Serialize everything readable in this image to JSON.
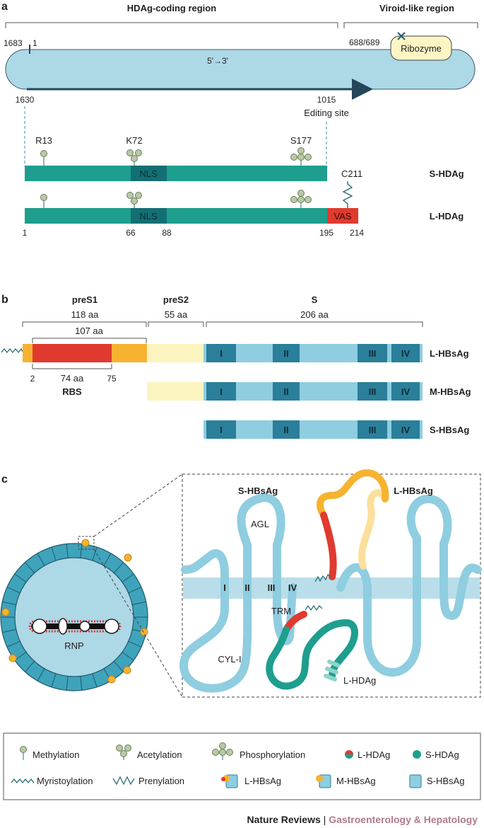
{
  "panel_a": {
    "letter": "a",
    "hdag_region": "HDAg-coding region",
    "viroid_region": "Viroid-like region",
    "pos_1683": "1683",
    "pos_1": "1",
    "pos_688": "688/689",
    "ribozyme": "Ribozyme",
    "direction": "5′→3′",
    "pos_1630": "1630",
    "pos_1015": "1015",
    "editing_site": "Editing site",
    "r13": "R13",
    "k72": "K72",
    "s177": "S177",
    "c211": "C211",
    "nls": "NLS",
    "vas": "VAS",
    "s_hdag": "S-HDAg",
    "l_hdag": "L-HDAg",
    "n1": "1",
    "n66": "66",
    "n88": "88",
    "n195": "195",
    "n214": "214"
  },
  "panel_b": {
    "letter": "b",
    "pres1": "preS1",
    "pres2": "preS2",
    "s": "S",
    "aa118": "118 aa",
    "aa55": "55 aa",
    "aa206": "206 aa",
    "aa107": "107 aa",
    "aa74": "74 aa",
    "n2": "2",
    "n75": "75",
    "rbs": "RBS",
    "dom1": "I",
    "dom2": "II",
    "dom3": "III",
    "dom4": "IV",
    "l_hbsag": "L-HBsAg",
    "m_hbsag": "M-HBsAg",
    "s_hbsag": "S-HBsAg"
  },
  "panel_c": {
    "letter": "c",
    "rnp": "RNP",
    "s_hbsag": "S-HBsAg",
    "l_hbsag": "L-HBsAg",
    "agl": "AGL",
    "cyl": "CYL-I",
    "trm": "TRM",
    "l_hdag": "L-HDAg",
    "tm1": "I",
    "tm2": "II",
    "tm3": "III",
    "tm4": "IV"
  },
  "legend": {
    "methylation": "Methylation",
    "acetylation": "Acetylation",
    "phosphorylation": "Phosphorylation",
    "l_hdag": "L-HDAg",
    "s_hdag": "S-HDAg",
    "myristoylation": "Myristoylation",
    "prenylation": "Prenylation",
    "l_hbsag": "L-HBsAg",
    "m_hbsag": "M-HBsAg",
    "s_hbsag": "S-HBsAg"
  },
  "footer": {
    "brand": "Nature Reviews",
    "separator": " | ",
    "journal": "Gastroenterology & Hepatology"
  },
  "colors": {
    "rna": "#add8e6",
    "teal": "#1e9e8e",
    "teal_dark": "#136f73",
    "red": "#e03a2f",
    "orange": "#f7b230",
    "pale_yellow": "#fcf4bf",
    "s_blue": "#8fcde0",
    "s_dark": "#2a7f9a",
    "journal": "#b27a8c"
  }
}
